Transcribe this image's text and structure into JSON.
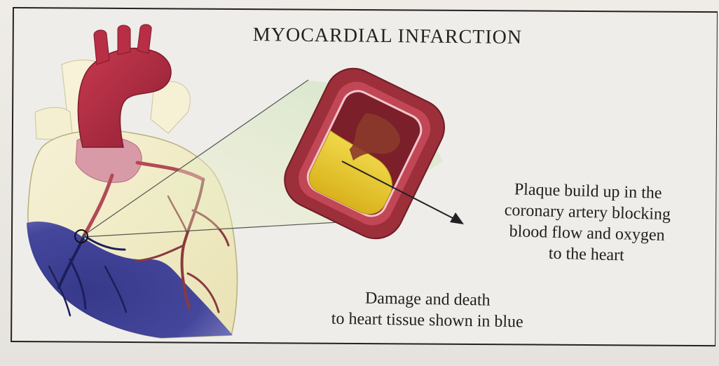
{
  "figure": {
    "title": "MYOCARDIAL INFARCTION",
    "labels": {
      "plaque": {
        "lines": [
          "Plaque build up in the",
          "coronary  artery blocking",
          "blood flow and oxygen",
          "to the heart"
        ]
      },
      "damage": {
        "lines": [
          "Damage and death",
          "to heart tissue shown in blue"
        ]
      }
    },
    "colors": {
      "border": "#222222",
      "damage_blue": "#3b3e9a",
      "aorta_red": "#a8283c",
      "plaque_yellow": "#e7c52a",
      "artery_wall": "#9c2f3a",
      "heart_cream": "#f2ecc8"
    }
  }
}
